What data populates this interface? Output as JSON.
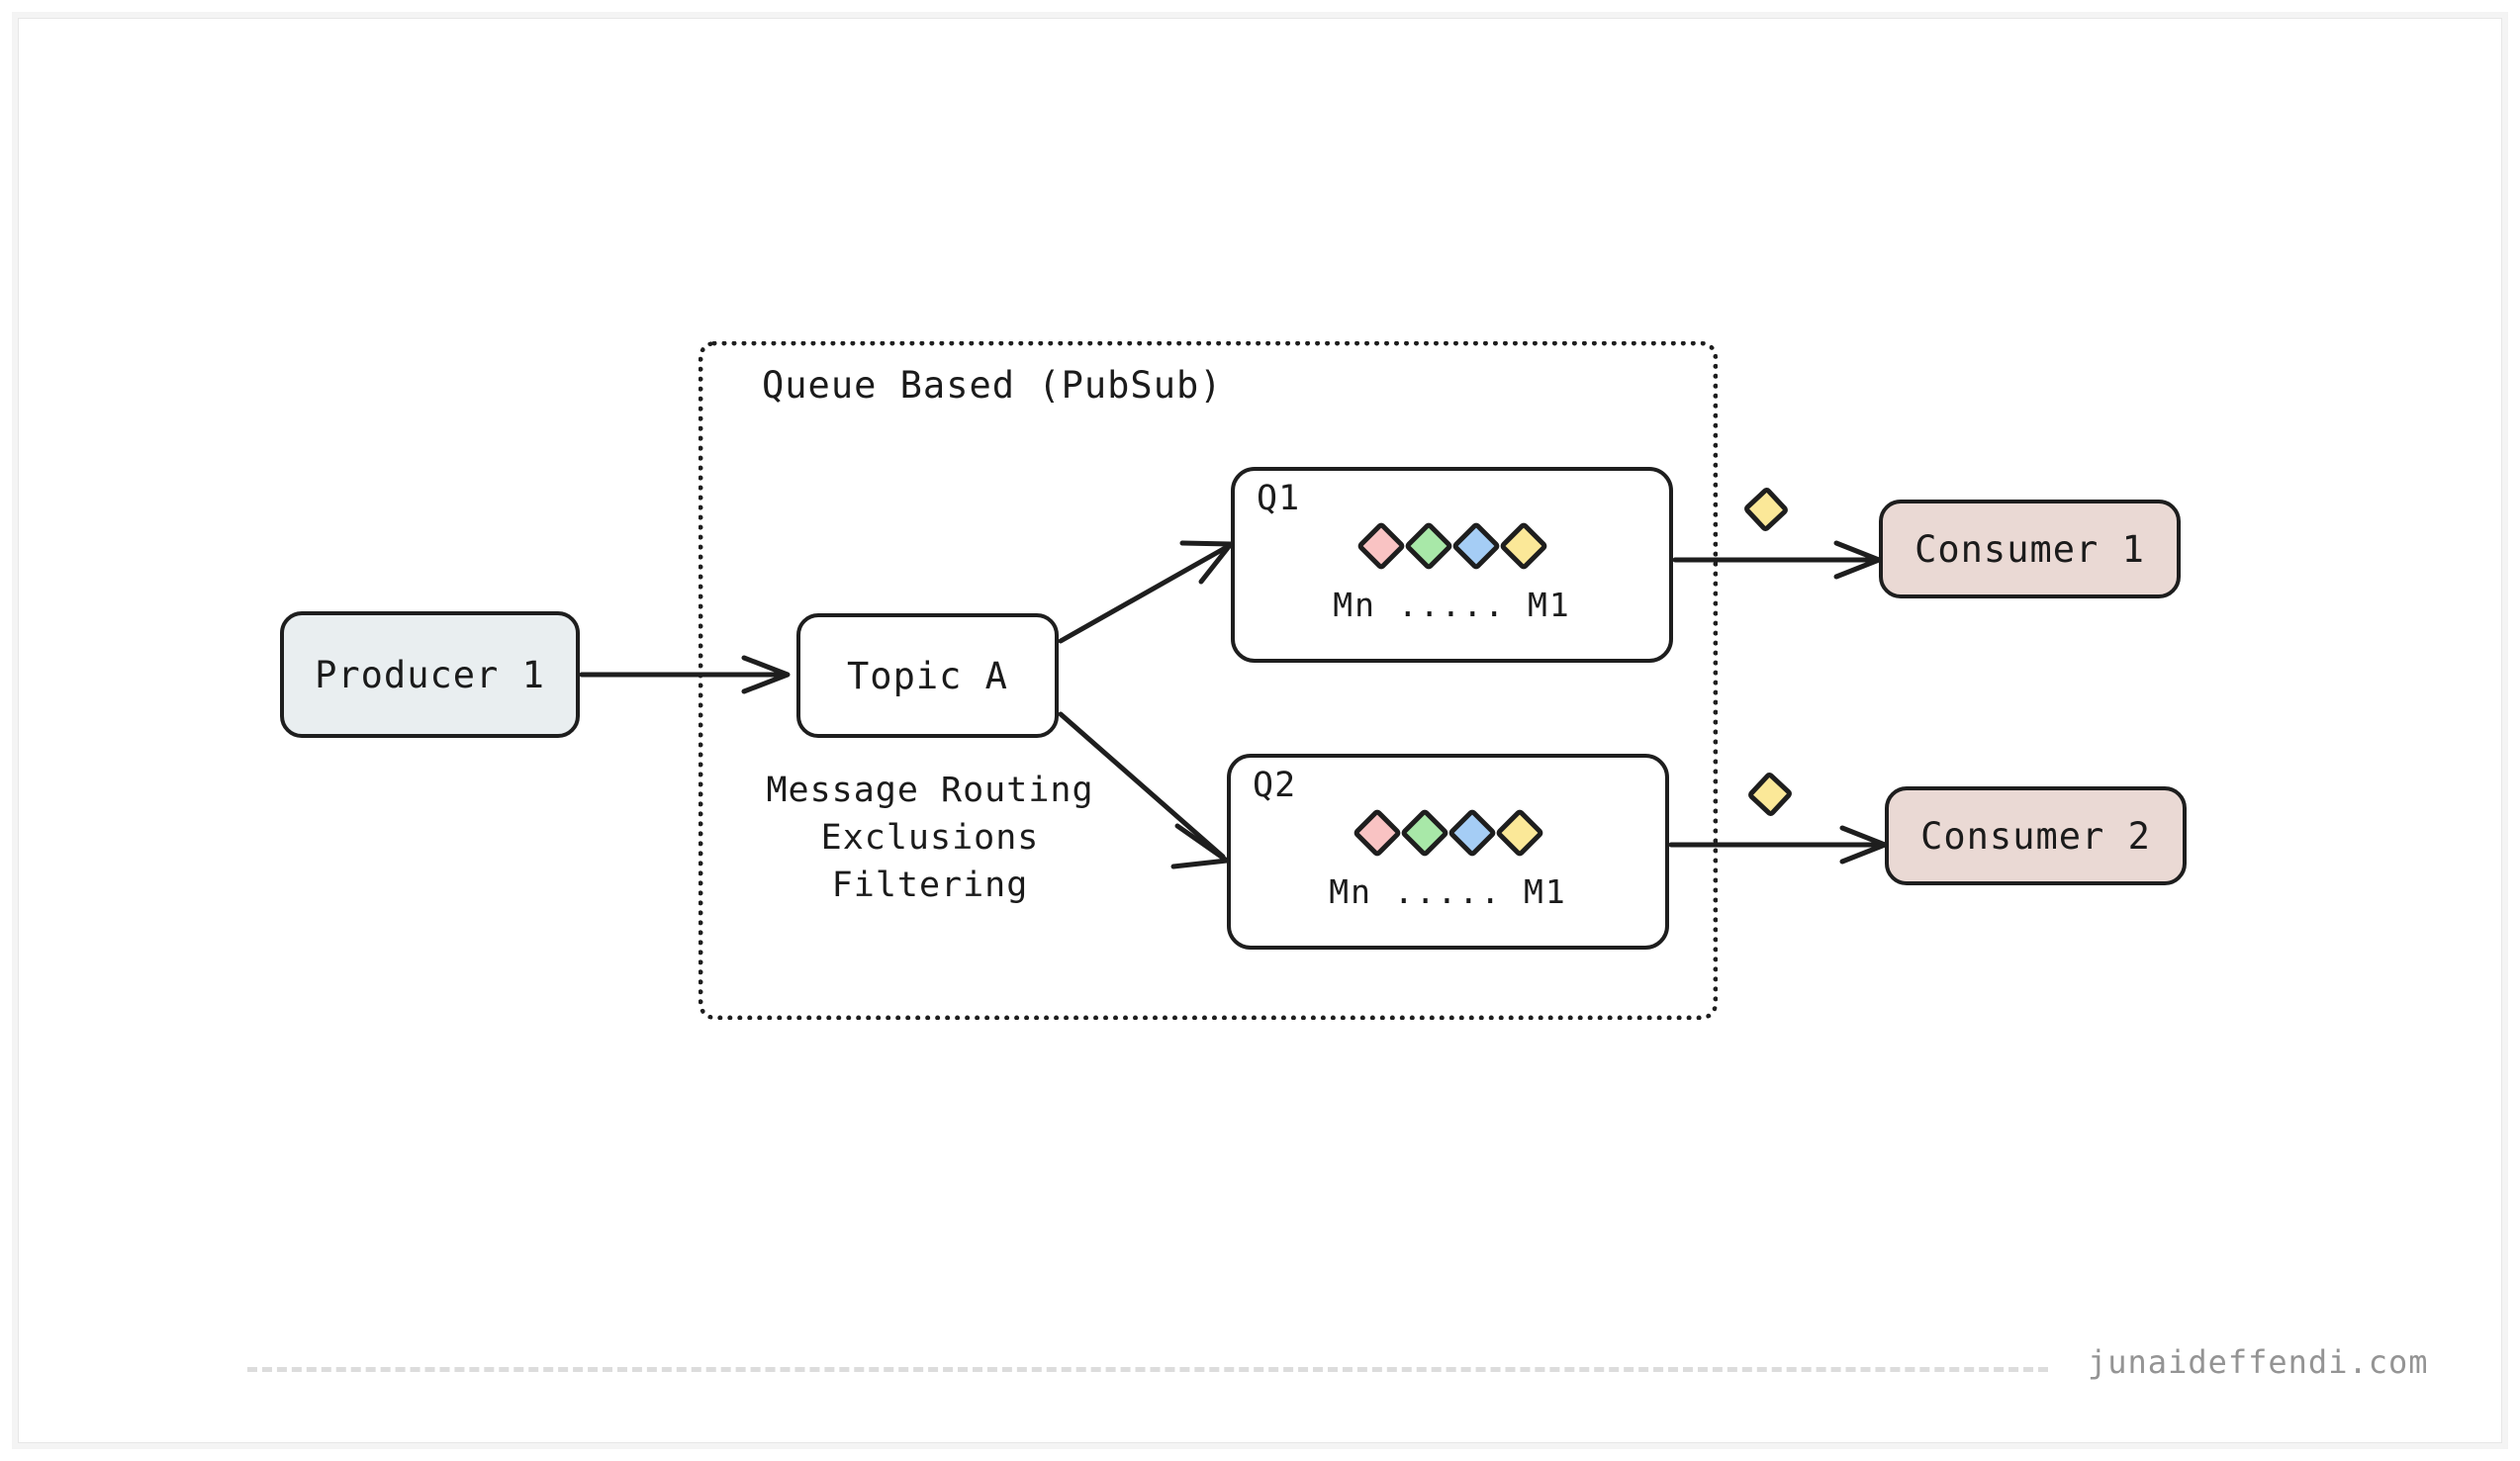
{
  "diagram": {
    "title": "Queue Based (PubSub)",
    "producer": {
      "label": "Producer 1",
      "fill": "#e9eef0"
    },
    "topic": {
      "label": "Topic A",
      "fill": "#ffffff"
    },
    "routing_notes": [
      "Message Routing",
      "Exclusions",
      "Filtering"
    ],
    "queues": [
      {
        "id": "Q1",
        "caption": "Mn ..... M1",
        "messages": [
          {
            "name": "M-pink",
            "color": "#f9c3c3"
          },
          {
            "name": "M-green",
            "color": "#a8e8a8"
          },
          {
            "name": "M-blue",
            "color": "#a5cdf5"
          },
          {
            "name": "M-yellow",
            "color": "#fbe898"
          }
        ]
      },
      {
        "id": "Q2",
        "caption": "Mn ..... M1",
        "messages": [
          {
            "name": "M-pink",
            "color": "#f9c3c3"
          },
          {
            "name": "M-green",
            "color": "#a8e8a8"
          },
          {
            "name": "M-blue",
            "color": "#a5cdf5"
          },
          {
            "name": "M-yellow",
            "color": "#fbe898"
          }
        ]
      }
    ],
    "in_flight": [
      {
        "name": "in-flight-message-1",
        "color": "#fbe898"
      },
      {
        "name": "in-flight-message-2",
        "color": "#fbe898"
      }
    ],
    "consumers": [
      {
        "label": "Consumer 1",
        "fill": "#ead9d4"
      },
      {
        "label": "Consumer 2",
        "fill": "#ead9d4"
      }
    ],
    "edges": [
      {
        "from": "Producer 1",
        "to": "Topic A"
      },
      {
        "from": "Topic A",
        "to": "Q1"
      },
      {
        "from": "Topic A",
        "to": "Q2"
      },
      {
        "from": "Q1",
        "to": "Consumer 1"
      },
      {
        "from": "Q2",
        "to": "Consumer 2"
      }
    ],
    "stroke_color": "#1e1e1e"
  },
  "footer": {
    "brand": "junaideffendi.com"
  }
}
